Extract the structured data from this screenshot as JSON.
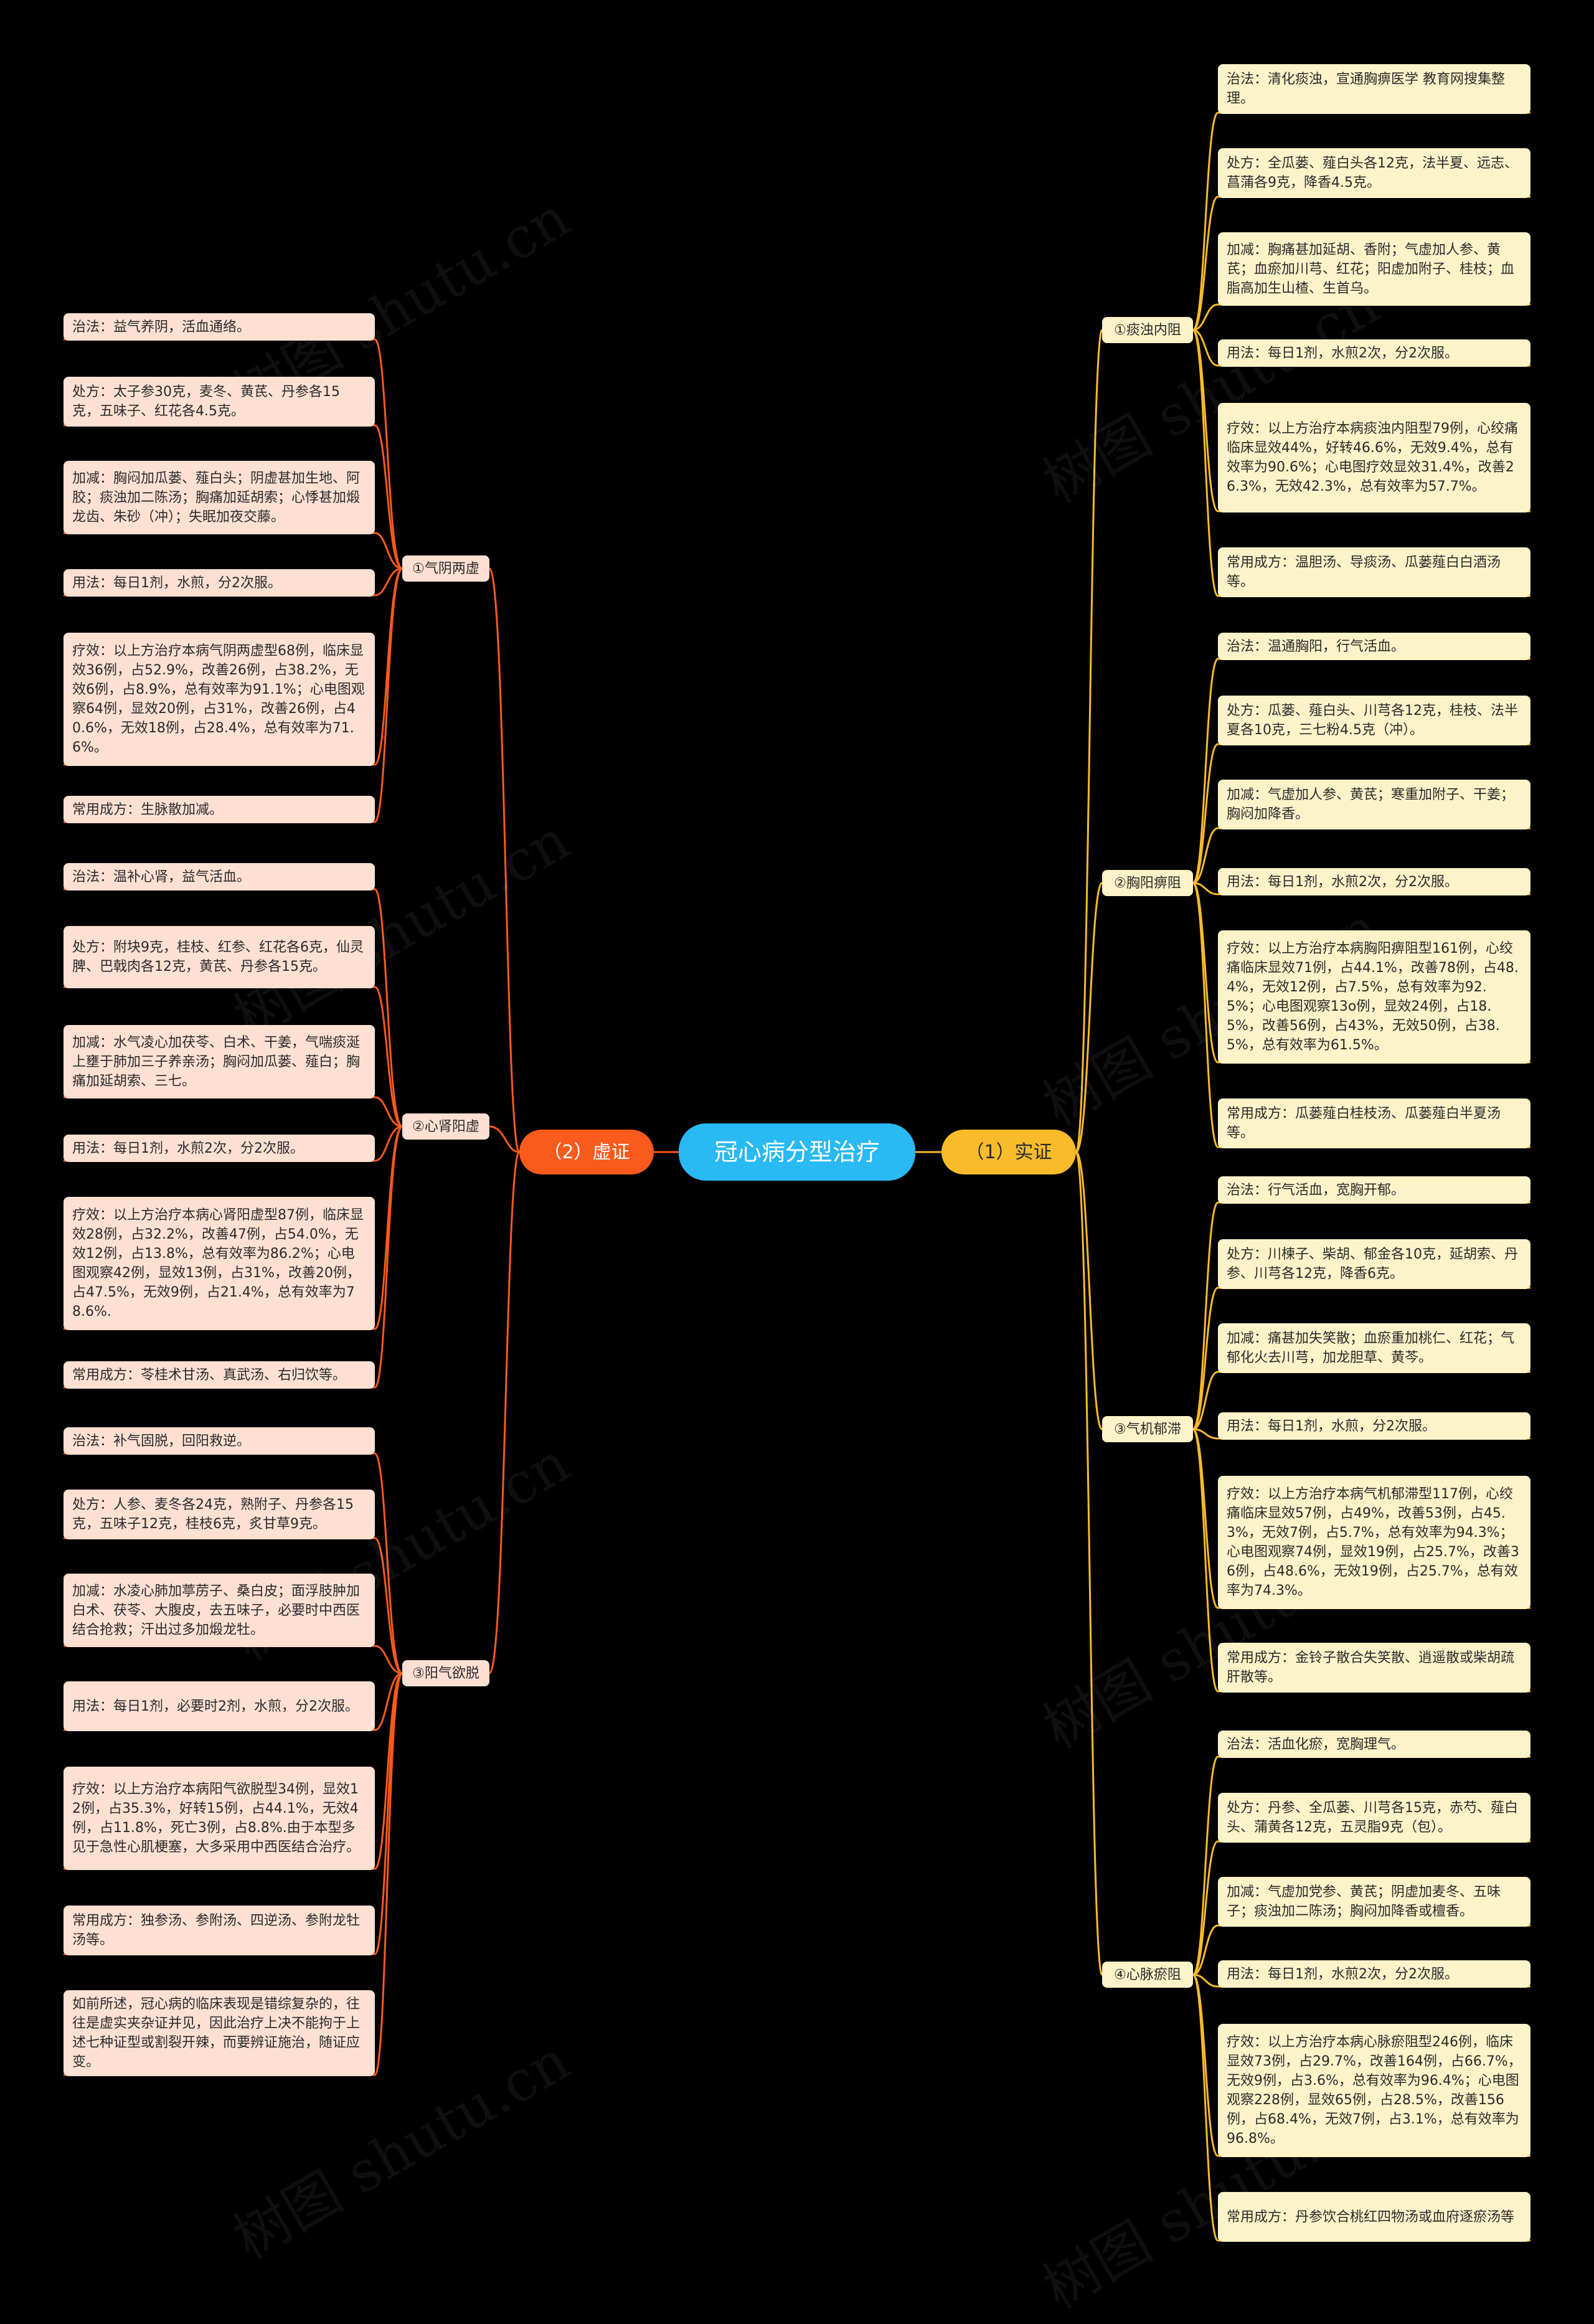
{
  "root": "冠心病分型治疗",
  "watermark": "树图 shutu.cn",
  "colors": {
    "right_line": "#f9bb2a",
    "left_line": "#fa5a1c",
    "root": "#29b9f3"
  },
  "right": {
    "label": "（1）实证",
    "groups": [
      {
        "label": "①痰浊内阻",
        "leaves": [
          "治法：清化痰浊，宣通胸痹医学 教育网搜集整理。",
          "处方：全瓜蒌、薤白头各12克，法半夏、远志、菖蒲各9克，降香4.5克。",
          "加减：胸痛甚加延胡、香附；气虚加人参、黄芪；血瘀加川芎、红花；阳虚加附子、桂枝；血脂高加生山楂、生首乌。",
          "用法：每日1剂，水煎2次，分2次服。",
          "疗效：以上方治疗本病痰浊内阻型79例，心绞痛临床显效44%，好转46.6%，无效9.4%，总有效率为90.6%；心电图疗效显效31.4%，改善26.3%，无效42.3%，总有效率为57.7%。",
          "常用成方：温胆汤、导痰汤、瓜蒌薤白白酒汤等。"
        ]
      },
      {
        "label": "②胸阳痹阻",
        "leaves": [
          "治法：温通胸阳，行气活血。",
          "处方：瓜蒌、薤白头、川芎各12克，桂枝、法半夏各10克，三七粉4.5克（冲）。",
          "加减：气虚加人参、黄芪；寒重加附子、干姜；胸闷加降香。",
          "用法：每日1剂，水煎2次，分2次服。",
          "疗效：以上方治疗本病胸阳痹阻型161例，心绞痛临床显效71例，占44.1%，改善78例，占48.4%，无效12例，占7.5%，总有效率为92.5%；心电图观察13o例，显效24例，占18.5%，改善56例，占43%，无效50例，占38.5%，总有效率为61.5%。",
          "常用成方：瓜蒌薤白桂枝汤、瓜蒌薤白半夏汤等。"
        ]
      },
      {
        "label": "③气机郁滞",
        "leaves": [
          "治法：行气活血，宽胸开郁。",
          "处方：川楝子、柴胡、郁金各10克，延胡索、丹参、川芎各12克，降香6克。",
          "加减：痛甚加失笑散；血瘀重加桃仁、红花；气郁化火去川芎，加龙胆草、黄芩。",
          "用法：每日1剂，水煎，分2次服。",
          "疗效：以上方治疗本病气机郁滞型117例，心绞痛临床显效57例，占49%，改善53例，占45.3%，无效7例，占5.7%，总有效率为94.3%；心电图观察74例，显效19例，占25.7%，改善36例，占48.6%，无效19例，占25.7%，总有效率为74.3%。",
          "常用成方：金铃子散合失笑散、逍遥散或柴胡疏肝散等。"
        ]
      },
      {
        "label": "④心脉瘀阻",
        "leaves": [
          "治法：活血化瘀，宽胸理气。",
          "处方：丹参、全瓜蒌、川芎各15克，赤芍、薤白头、蒲黄各12克，五灵脂9克（包）。",
          "加减：气虚加党参、黄芪；阴虚加麦冬、五味子；痰浊加二陈汤；胸闷加降香或檀香。",
          "用法：每日1剂，水煎2次，分2次服。",
          "疗效：以上方治疗本病心脉瘀阻型246例，临床显效73例，占29.7%，改善164例，占66.7%，无效9例，占3.6%，总有效率为96.4%；心电图观察228例，显效65例，占28.5%，改善156例，占68.4%，无效7例，占3.1%，总有效率为96.8%。",
          "常用成方：丹参饮合桃红四物汤或血府逐瘀汤等"
        ]
      }
    ]
  },
  "left": {
    "label": "（2）虚证",
    "groups": [
      {
        "label": "①气阴两虚",
        "leaves": [
          "治法：益气养阴，活血通络。",
          "处方：太子参30克，麦冬、黄芪、丹参各15克，五味子、红花各4.5克。",
          "加减：胸闷加瓜蒌、薤白头；阴虚甚加生地、阿胶；痰浊加二陈汤；胸痛加延胡索；心悸甚加煅龙齿、朱砂（冲）；失眠加夜交藤。",
          "用法：每日1剂，水煎，分2次服。",
          "疗效：以上方治疗本病气阴两虚型68例，临床显效36例，占52.9%，改善26例，占38.2%，无效6例，占8.9%，总有效率为91.1%；心电图观察64例，显效20例，占31%，改善26例，占40.6%，无效18例，占28.4%，总有效率为71.6%。",
          "常用成方：生脉散加减。"
        ]
      },
      {
        "label": "②心肾阳虚",
        "leaves": [
          "治法：温补心肾，益气活血。",
          "处方：附块9克，桂枝、红参、红花各6克，仙灵脾、巴戟肉各12克，黄芪、丹参各15克。",
          "加减：水气凌心加茯苓、白术、干姜，气喘痰涎上壅于肺加三子养亲汤；胸闷加瓜蒌、薤白；胸痛加延胡索、三七。",
          "用法：每日1剂，水煎2次，分2次服。",
          "疗效：以上方治疗本病心肾阳虚型87例，临床显效28例，占32.2%，改善47例，占54.0%，无效12例，占13.8%，总有效率为86.2%；心电图观察42例，显效13例，占31%，改善20例，占47.5%，无效9例，占21.4%，总有效率为78.6%.",
          "常用成方：苓桂术甘汤、真武汤、右归饮等。"
        ]
      },
      {
        "label": "③阳气欲脱",
        "leaves": [
          "治法：补气固脱，回阳救逆。",
          "处方：人参、麦冬各24克，熟附子、丹参各15克，五味子12克，桂枝6克，炙甘草9克。",
          "加减：水凌心肺加葶苈子、桑白皮；面浮肢肿加白术、茯苓、大腹皮，去五味子，必要时中西医结合抢救；汗出过多加煅龙牡。",
          "用法：每日1剂，必要时2剂，水煎，分2次服。",
          "疗效：以上方治疗本病阳气欲脱型34例，显效12例，占35.3%，好转15例，占44.1%，无效4例，占11.8%，死亡3例，占8.8%.由于本型多见于急性心肌梗塞，大多采用中西医结合治疗。",
          "常用成方：独参汤、参附汤、四逆汤、参附龙牡汤等。",
          "如前所述，冠心病的临床表现是错综复杂的，往往是虚实夹杂证并见，因此治疗上决不能拘于上述七种证型或割裂开辣，而要辨证施治，随证应变。"
        ]
      }
    ]
  }
}
